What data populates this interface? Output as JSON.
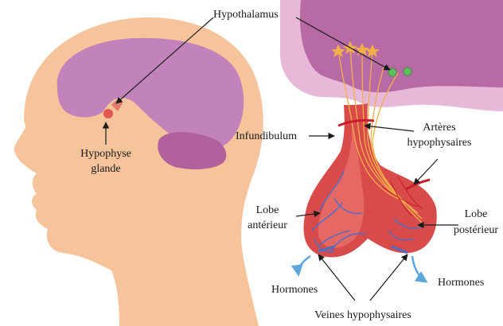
{
  "labels": {
    "hypothalamus": "Hypothalamus",
    "hypophyse_line1": "Hypophyse",
    "hypophyse_line2": "glande",
    "infundibulum": "Infundibulum",
    "arteres_line1": "Artères",
    "arteres_line2": "hypophysaires",
    "lobe_ant_line1": "Lobe",
    "lobe_ant_line2": "antérieur",
    "lobe_post_line1": "Lobe",
    "lobe_post_line2": "postérieur",
    "hormones_left": "Hormones",
    "hormones_right": "Hormones",
    "veines": "Veines hypophysaires"
  },
  "colors": {
    "skin": "#f6c49b",
    "brain": "#c283bb",
    "brain_dark": "#a66aa0",
    "cerebellum": "#b0609a",
    "hypothalamus_bg": "#b86aa5",
    "hypothalamus_outline": "#e8b8d8",
    "gland_red": "#d94b4b",
    "gland_light": "#e9726c",
    "vein_blue": "#4a6fc4",
    "artery_red": "#c81e2c",
    "nerve_orange": "#f2b04a",
    "hormone_arrow": "#5ba7dc"
  },
  "icons": [
    "neuron-star-icon",
    "neuron-green-icon",
    "arrow-icon"
  ]
}
